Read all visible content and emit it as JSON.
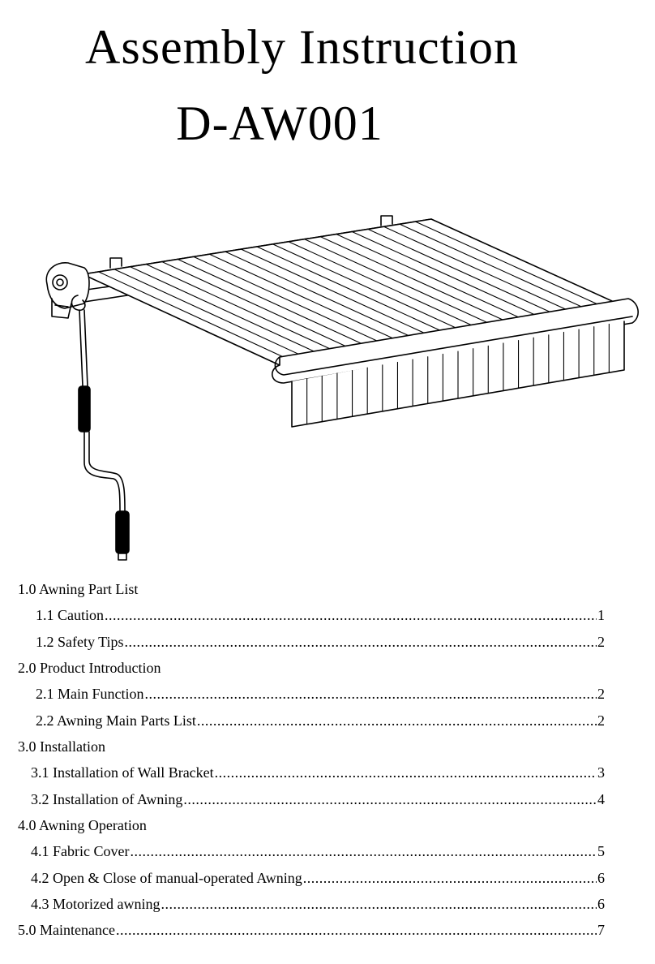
{
  "header": {
    "title": "Assembly Instruction",
    "model": "D-AW001"
  },
  "toc": [
    {
      "label": "1.0 Awning Part List",
      "page": "",
      "level": 1
    },
    {
      "label": "1.1 Caution",
      "page": "1",
      "level": 2
    },
    {
      "label": "1.2  Safety Tips",
      "page": "2",
      "level": 2
    },
    {
      "label": "2.0 Product Introduction",
      "page": "",
      "level": 1
    },
    {
      "label": "2.1 Main Function",
      "page": "2",
      "level": 2
    },
    {
      "label": "2.2 Awning Main Parts List",
      "page": "2",
      "level": 2
    },
    {
      "label": "3.0 Installation",
      "page": "",
      "level": 1
    },
    {
      "label": "3.1 Installation of Wall Bracket",
      "page": "3",
      "level": 2
    },
    {
      "label": "3.2 Installation of Awning",
      "page": "4",
      "level": 2
    },
    {
      "label": "4.0 Awning Operation",
      "page": "",
      "level": 1
    },
    {
      "label": "4.1  Fabric Cover",
      "page": "5",
      "level": 2
    },
    {
      "label": "4.2 Open & Close of manual-operated Awning",
      "page": "6",
      "level": 2
    },
    {
      "label": "4.3 Motorized awning",
      "page": "6",
      "level": 2
    },
    {
      "label": "5.0 Maintenance",
      "page": "7",
      "level": 1
    }
  ]
}
